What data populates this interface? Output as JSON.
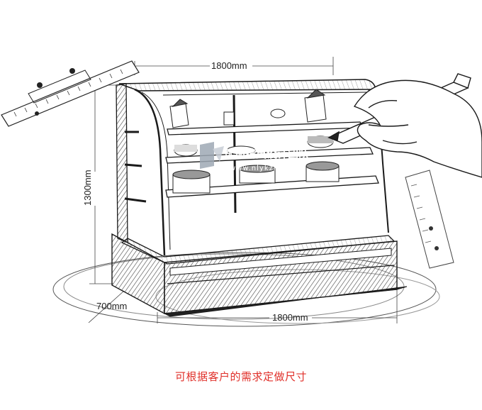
{
  "dimensions": {
    "top_width": "1800mm",
    "height": "1300mm",
    "depth": "700mm",
    "bottom_width": "1800mm"
  },
  "watermark": {
    "name": "优加精英设计团队",
    "url": "www.nlykzl.com"
  },
  "caption": "可根据客户的需求定做尺寸",
  "colors": {
    "caption": "#e0302a",
    "sketch_line": "#1a1a1a"
  }
}
